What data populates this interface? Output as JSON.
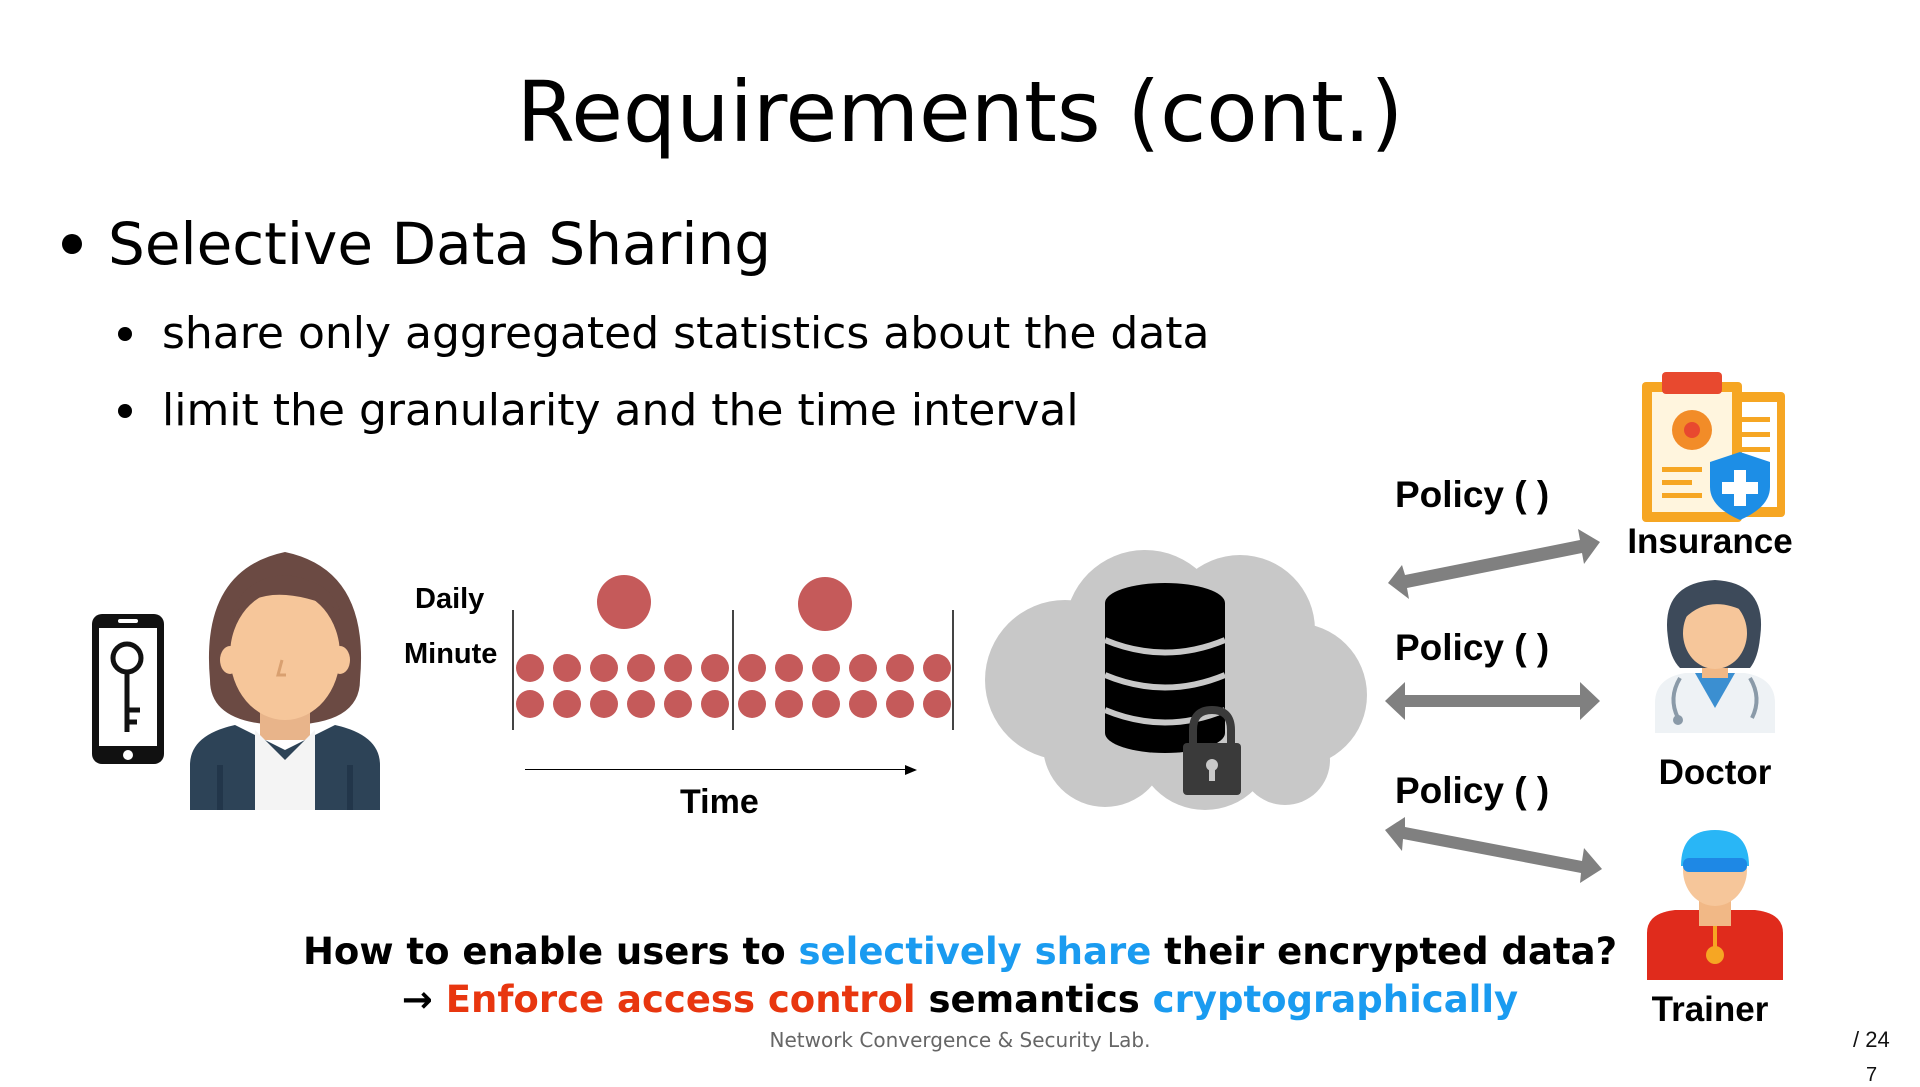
{
  "slide": {
    "title": "Requirements (cont.)",
    "bullet_main": "Selective Data Sharing",
    "sub_bullets": [
      "share only aggregated statistics about the data",
      "limit the granularity and the time interval"
    ]
  },
  "diagram": {
    "daily_label": "Daily",
    "minute_label": "Minute",
    "time_label": "Time",
    "policy_label": "Policy (    )",
    "roles": [
      "Insurance",
      "Doctor",
      "Trainer"
    ],
    "colors": {
      "dot": "#c55a5a",
      "arrow": "#808080",
      "cloud": "#c8c8c8"
    }
  },
  "question": {
    "line1_a": "How to enable users to ",
    "line1_b": "selectively share",
    "line1_c": " their encrypted data?",
    "line2_arrow": "→ ",
    "line2_a": "Enforce access control",
    "line2_b": " semantics ",
    "line2_c": "cryptographically"
  },
  "footer": {
    "lab": "Network Convergence & Security Lab.",
    "total": "/ 24",
    "page": "7"
  }
}
